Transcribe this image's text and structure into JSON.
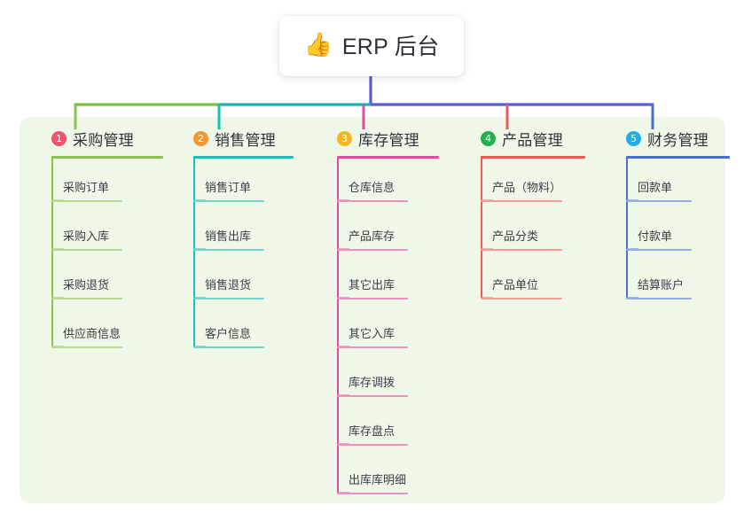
{
  "diagram": {
    "type": "mind-map",
    "background_color": "#ffffff",
    "panel_color": "#eef7e8",
    "root": {
      "emoji": "👍",
      "emoji_name": "thumbs-up-emoji",
      "title": "ERP 后台",
      "stem_color": "#5b5bd6"
    },
    "bus_segments": [
      {
        "name": "bus-green",
        "color": "#7ac143"
      },
      {
        "name": "bus-teal",
        "color": "#16b5ae"
      },
      {
        "name": "bus-indigo",
        "color": "#5b5bd6"
      }
    ],
    "branches": [
      {
        "index": "1",
        "title": "采购管理",
        "badge_color": "#f0536b",
        "line_color": "#8cc152",
        "leaf_line_color": "#b5d98e",
        "connector_color": "#8cc152",
        "items": [
          "采购订单",
          "采购入库",
          "采购退货",
          "供应商信息"
        ]
      },
      {
        "index": "2",
        "title": "销售管理",
        "badge_color": "#f5962f",
        "line_color": "#18bfb7",
        "leaf_line_color": "#72d3cd",
        "connector_color": "#18bfb7",
        "items": [
          "销售订单",
          "销售出库",
          "销售退货",
          "客户信息"
        ]
      },
      {
        "index": "3",
        "title": "库存管理",
        "badge_color": "#f5b720",
        "line_color": "#e8489f",
        "leaf_line_color": "#f090c2",
        "connector_color": "#e8489f",
        "items": [
          "仓库信息",
          "产品库存",
          "其它出库",
          "其它入库",
          "库存调拨",
          "库存盘点",
          "出库库明细"
        ]
      },
      {
        "index": "4",
        "title": "产品管理",
        "badge_color": "#22b14c",
        "line_color": "#f4594f",
        "leaf_line_color": "#f79b95",
        "connector_color": "#f4594f",
        "items": [
          "产品（物料）",
          "产品分类",
          "产品单位"
        ]
      },
      {
        "index": "5",
        "title": "财务管理",
        "badge_color": "#1eaee8",
        "line_color": "#4a6fd4",
        "leaf_line_color": "#93aee4",
        "connector_color": "#4a6fd4",
        "items": [
          "回款单",
          "付款单",
          "结算账户"
        ]
      }
    ]
  }
}
